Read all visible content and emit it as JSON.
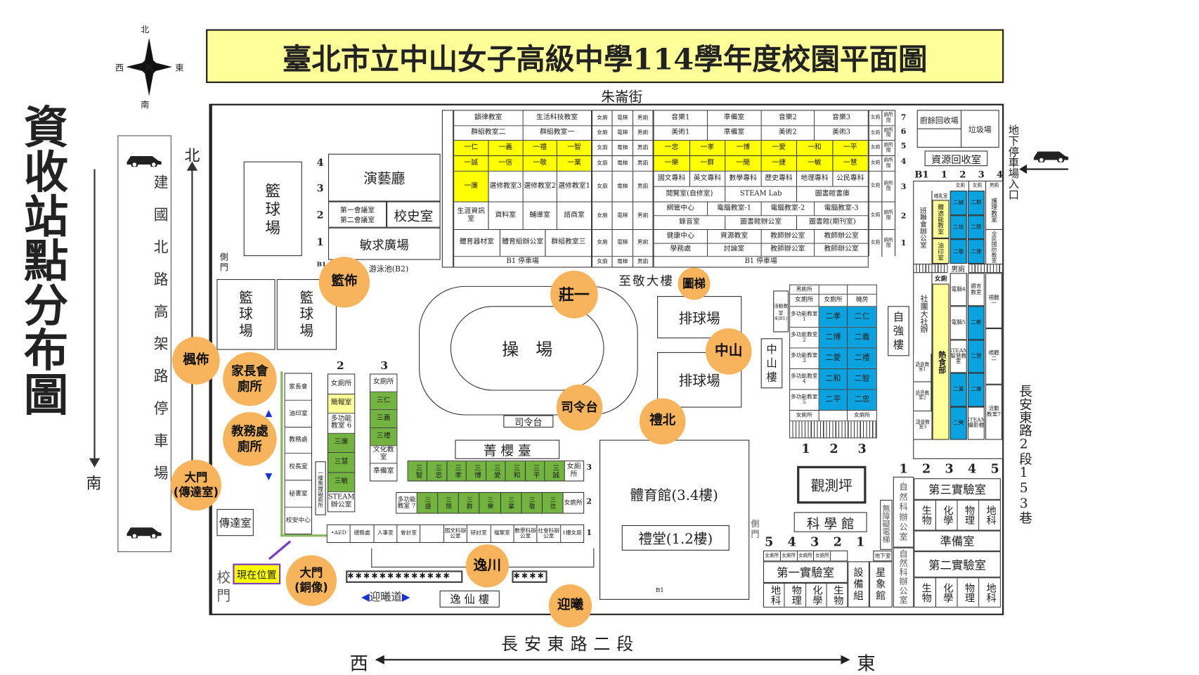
{
  "title": "臺北市立中山女子高級中學114學年度校園平面圖",
  "side_title": "資收站點分布圖",
  "compass": {
    "n": "北",
    "s": "南",
    "e": "東",
    "w": "西"
  },
  "left_road": "建國北路高架路停車場",
  "left_arrow": {
    "north": "北",
    "south": "南"
  },
  "streets": {
    "north": "朱崙街",
    "south": "長安東路二段",
    "south_west": "西",
    "south_east": "東",
    "east": "長安東路2段153巷",
    "parking_entrance": "地下停車場入口"
  },
  "collection_points": [
    {
      "label": "莊一"
    },
    {
      "label": "圖梯"
    },
    {
      "label": "籃佈"
    },
    {
      "label": "楓佈"
    },
    {
      "label": "家長會\n廁所"
    },
    {
      "label": "教務處\n廁所"
    },
    {
      "label": "大門\n(傳達室)"
    },
    {
      "label": "大門\n(銅像)"
    },
    {
      "label": "逸川"
    },
    {
      "label": "迎曦"
    },
    {
      "label": "司令台"
    },
    {
      "label": "禮北"
    },
    {
      "label": "中山"
    }
  ],
  "current_location": "現在位置",
  "colors": {
    "grade1": "#ffff00",
    "grade2": "#0aa2df",
    "grade3": "#72b43f",
    "point": "#f8b45c"
  },
  "north_building": {
    "core": [
      "女廁",
      "電梯",
      "男廁"
    ],
    "elevator": "電梯",
    "left_rows": [
      [
        {
          "label": "韻律教室"
        },
        {
          "label": "生活科技教室"
        }
      ],
      [
        {
          "label": "群組教室二"
        },
        {
          "label": "群組教室一"
        }
      ],
      [
        {
          "label": "一仁",
          "hl": "yellow"
        },
        {
          "label": "一義",
          "hl": "yellow"
        },
        {
          "label": "一禮",
          "hl": "yellow"
        },
        {
          "label": "一智",
          "hl": "yellow"
        }
      ],
      [
        {
          "label": "一誠",
          "hl": "yellow"
        },
        {
          "label": "一信",
          "hl": "yellow"
        },
        {
          "label": "一敬",
          "hl": "yellow"
        },
        {
          "label": "一業",
          "hl": "yellow"
        }
      ],
      [
        {
          "label": "一廉",
          "hl": "yellow"
        },
        {
          "label": "選修教室3"
        },
        {
          "label": "選修教室2"
        },
        {
          "label": "選修教室1"
        }
      ],
      [
        {
          "label": "生涯資訊室"
        },
        {
          "label": "資料室"
        },
        {
          "label": "輔導室"
        },
        {
          "label": "諮商室"
        }
      ],
      [
        {
          "label": "體育器材室"
        },
        {
          "label": "體育組辦公室"
        },
        {
          "label": "群組教室三"
        }
      ],
      [
        {
          "label": "B1 停車場"
        }
      ]
    ],
    "right_rows": [
      [
        {
          "label": "音樂1"
        },
        {
          "label": "準備室"
        },
        {
          "label": "音樂2"
        },
        {
          "label": "音樂3"
        }
      ],
      [
        {
          "label": "美術1"
        },
        {
          "label": "準備室"
        },
        {
          "label": "美術2"
        },
        {
          "label": "美術3"
        }
      ],
      [
        {
          "label": "一忠",
          "hl": "yellow"
        },
        {
          "label": "一孝",
          "hl": "yellow"
        },
        {
          "label": "一博",
          "hl": "yellow"
        },
        {
          "label": "一愛",
          "hl": "yellow"
        },
        {
          "label": "一和",
          "hl": "yellow"
        },
        {
          "label": "一平",
          "hl": "yellow"
        }
      ],
      [
        {
          "label": "一樂",
          "hl": "yellow"
        },
        {
          "label": "一群",
          "hl": "yellow"
        },
        {
          "label": "一簡",
          "hl": "yellow"
        },
        {
          "label": "一捷",
          "hl": "yellow"
        },
        {
          "label": "一敏",
          "hl": "yellow"
        },
        {
          "label": "一慧",
          "hl": "yellow"
        }
      ],
      [
        {
          "label": "國文專科"
        },
        {
          "label": "英文專科"
        },
        {
          "label": "數學專科"
        },
        {
          "label": "歷史專科"
        },
        {
          "label": "地理專科"
        },
        {
          "label": "公民專科"
        }
      ],
      [
        {
          "label": "閱覽室(自修室)"
        },
        {
          "label": "STEAM Lab"
        },
        {
          "label": "圖書館書庫"
        }
      ],
      [
        {
          "label": "網管中心"
        },
        {
          "label": "電腦教室-1"
        },
        {
          "label": "電腦教室-2"
        },
        {
          "label": "電腦教室-3"
        }
      ],
      [
        {
          "label": "錄音室"
        },
        {
          "label": "圖書館辦公室"
        },
        {
          "label": "圖書館(期刊室)"
        }
      ],
      [
        {
          "label": "健康中心"
        },
        {
          "label": "資源教室"
        },
        {
          "label": "教師辦公室"
        },
        {
          "label": "教師辦公室"
        }
      ],
      [
        {
          "label": "學務處"
        },
        {
          "label": "討論室"
        },
        {
          "label": "教師辦公室"
        },
        {
          "label": "教師辦公室"
        }
      ],
      [
        {
          "label": "B1 停車場"
        }
      ]
    ],
    "end_cells": [
      "女廁",
      "廁所間"
    ],
    "floors": [
      "7",
      "6",
      "5",
      "4",
      "3",
      "2",
      "1"
    ],
    "name": "至敬大樓"
  },
  "west_area": {
    "performance_hall": "演藝廳",
    "meeting_rooms": "第一會議室\n第二會議室",
    "history_room": "校史室",
    "plaza": "敏求廣場",
    "pool": "游泳池(B2)",
    "basketball": "籃\n球\n場",
    "side_gate": "側\n門",
    "floors": [
      "4",
      "3",
      "2",
      "1",
      "B1"
    ]
  },
  "admin_column": [
    "家長會",
    "油印室",
    "教務處",
    "校長室",
    "秘書室",
    "校安中心"
  ],
  "col2": [
    {
      "label": "女廁所"
    },
    {
      "label": "簡報室",
      "hl": "lyellow"
    },
    {
      "label": "多功能教室 6"
    },
    {
      "label": "三廉",
      "hl": "green"
    },
    {
      "label": "三慧",
      "hl": "green"
    },
    {
      "label": "三敏",
      "hl": "green"
    },
    {
      "label": "STEAM辦公室"
    }
  ],
  "col3": [
    {
      "label": "女廁所"
    },
    {
      "label": "三仁",
      "hl": "green"
    },
    {
      "label": "三義",
      "hl": "green"
    },
    {
      "label": "三禮",
      "hl": "green"
    },
    {
      "label": "文化教室"
    },
    {
      "label": "準備室"
    }
  ],
  "col_numbers": [
    "2",
    "3"
  ],
  "row3": [
    {
      "label": "三智",
      "hl": "green"
    },
    {
      "label": "三忠",
      "hl": "green"
    },
    {
      "label": "三孝",
      "hl": "green"
    },
    {
      "label": "三博",
      "hl": "green"
    },
    {
      "label": "三愛",
      "hl": "green"
    },
    {
      "label": "三和",
      "hl": "green"
    },
    {
      "label": "三平",
      "hl": "green"
    },
    {
      "label": "三誠",
      "hl": "green"
    },
    {
      "label": "女廁所"
    }
  ],
  "row2": [
    {
      "label": "多功能教室 7"
    },
    {
      "label": "三捷",
      "hl": "green"
    },
    {
      "label": "三簡",
      "hl": "green"
    },
    {
      "label": "三群",
      "hl": "green"
    },
    {
      "label": "三樂",
      "hl": "green"
    },
    {
      "label": "三業",
      "hl": "green"
    },
    {
      "label": "三敬",
      "hl": "green"
    },
    {
      "label": "三信",
      "hl": "green"
    },
    {
      "label": "女廁所"
    }
  ],
  "row1": [
    {
      "label": "•AED"
    },
    {
      "label": "總務處"
    },
    {
      "label": "人事室"
    },
    {
      "label": "會計室"
    },
    {
      "label": ""
    },
    {
      "label": "國文科辦公室"
    },
    {
      "label": "研討室"
    },
    {
      "label": "檔案室"
    },
    {
      "label": "數學科辦公室"
    },
    {
      "label": "社會科辦公室"
    },
    {
      "label": "1樓女廁"
    }
  ],
  "row_numbers": [
    "3",
    "2",
    "1"
  ],
  "first_floor_restroom": "一樓無障礙廁所",
  "guard_room": "傳達室",
  "school_gate": "校\n門",
  "field": {
    "name": "操　場",
    "stage": "司令台",
    "cherry": "菁 櫻 臺"
  },
  "volleyball": [
    "排球場",
    "排球場"
  ],
  "gym": {
    "name": "體育館(3.4樓)",
    "hall": "禮堂(1.2樓)",
    "side_gate": "側\n門",
    "b1": "B1"
  },
  "zhongshan": "中\n山\n樓",
  "ziqiang": "自\n強\n樓",
  "middle_building": {
    "top": [
      "男廁所"
    ],
    "head": [
      "女廁所",
      "女廁所",
      "機房"
    ],
    "rows": [
      [
        "多功能教室 1",
        "二孝",
        "二仁"
      ],
      [
        "多功能教室 2",
        "二博",
        "二義"
      ],
      [
        "多功能教室 3",
        "二愛",
        "二禮"
      ],
      [
        "多功能教室 4",
        "二和",
        "二智"
      ],
      [
        "多功能教室 5",
        "二平",
        "二忠"
      ]
    ],
    "foot": [
      "女廁所",
      "",
      "女廁所"
    ],
    "numbers": [
      "1",
      "2",
      "3"
    ],
    "activity": "活動教室4(B1)"
  },
  "east_building": {
    "numbers": [
      "B1",
      "1",
      "2",
      "3",
      "4"
    ],
    "upper": {
      "office": "班聯會辦公室",
      "nursing": "哺乳室",
      "fitness": "體適能教室",
      "print": "油印室",
      "c3": [
        "二誠",
        "二信",
        "二敬"
      ],
      "c4": [
        "二群",
        "二簡",
        "二捷"
      ],
      "nurse": "護理教室",
      "defense": "全民國防教室",
      "top": [
        "女廁",
        "女廁",
        "男廁"
      ]
    },
    "mens": "男廁",
    "lower": {
      "club": "社團大社辦",
      "lang": [
        "語音教室1",
        "語音教室2",
        "語音教室3"
      ],
      "womens": "女廁",
      "canteen": "熱食部",
      "c3": [
        {
          "label": "電腦4"
        },
        {
          "label": "電腦5"
        },
        {
          "label": "STEAM智慧教室"
        },
        {
          "label": "二業",
          "hl": "blue"
        },
        {
          "label": "二樂",
          "hl": "blue"
        }
      ],
      "c4": [
        {
          "label": "語言教室"
        },
        {
          "label": "二敏",
          "hl": "blue"
        },
        {
          "label": "二慧",
          "hl": "blue"
        },
        {
          "label": "二廉",
          "hl": "blue"
        },
        {
          "label": "STEAM攝影棚"
        }
      ],
      "c5": [
        {
          "label": "視聽一"
        },
        {
          "label": "視聽二"
        },
        {
          "label": "活動教室7"
        }
      ]
    }
  },
  "recycling": {
    "kitchen": "廚餘回收場",
    "garbage": "垃圾場",
    "room": "資源回收室"
  },
  "observatory": "觀測坪",
  "science_hall": "科 學 館",
  "science": {
    "numbers_left": [
      "5",
      "4",
      "3",
      "2",
      "1"
    ],
    "restrooms": [
      "女廁所",
      "女廁所",
      "女廁所",
      "女廁所",
      ""
    ],
    "lab1": "第一實驗室",
    "lab1_subjects": [
      "地科",
      "物理",
      "化學",
      "生物"
    ],
    "equipment": "設\n備\n組",
    "planetarium": "星\n象\n館",
    "basement": "地下室",
    "elevator": "無\n障\n礙\n電\n梯",
    "office": "自\n然\n科\n辦\n公\n室",
    "numbers_right": [
      "1",
      "2",
      "3",
      "4",
      "5"
    ],
    "lab3": "第三實驗室",
    "lab2": "第二實驗室",
    "prep": "準備室",
    "subjects": [
      "生物",
      "化學",
      "物理",
      "地科"
    ]
  },
  "yingxi": {
    "path": "迎曦道",
    "yixian": "逸 仙 樓"
  }
}
